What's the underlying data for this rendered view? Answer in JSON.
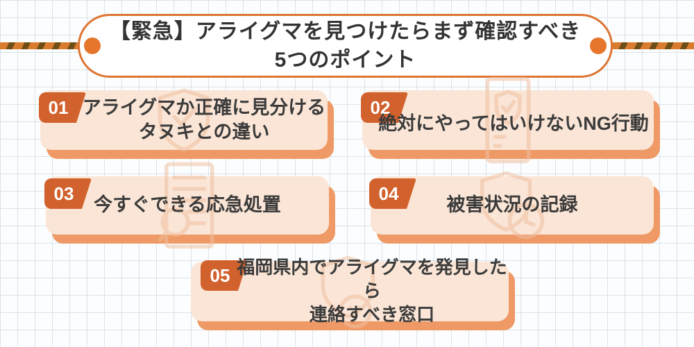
{
  "title": {
    "line1": "【緊急】アライグマを見つけたらまず確認すべき",
    "line2": "5つのポイント"
  },
  "cards": [
    {
      "number": "01",
      "line1": "アライグマか正確に見分ける",
      "line2": "タヌキとの違い",
      "icon": "shield-check-icon"
    },
    {
      "number": "02",
      "line1": "絶対にやってはいけないNG行動",
      "line2": "",
      "icon": "document-shield-icon"
    },
    {
      "number": "03",
      "line1": "今すぐできる応急処置",
      "line2": "",
      "icon": "document-magnifier-icon"
    },
    {
      "number": "04",
      "line1": "被害状況の記録",
      "line2": "",
      "icon": "shield-clock-icon"
    },
    {
      "number": "05",
      "line1": "福岡県内でアライグマを発見したら",
      "line2": "連絡すべき窓口",
      "icon": "shield-paw-icon"
    }
  ],
  "colors": {
    "accent_dark": "#d2622d",
    "card_bg": "#fae5d6",
    "card_shadow": "#ef9a66",
    "banner_border": "#dd7430",
    "dot": "#e5762c",
    "rope_orange": "#d97c2e",
    "rope_dark": "#6f4e16",
    "text_dark": "#333333",
    "watermark": "#f0c0a0",
    "paper": "#fcfdfe"
  }
}
